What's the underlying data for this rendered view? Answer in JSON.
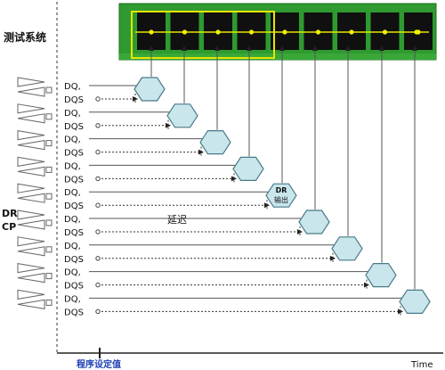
{
  "title": "测试系统",
  "drcp_label": {
    "line1": "DR",
    "line2": "CP"
  },
  "signal_labels": {
    "dq": "DQ,",
    "dqs": "DQS"
  },
  "delay_label": "延迟",
  "dr_output": {
    "line1": "DR",
    "line2": "输出"
  },
  "program_setting_label": "程序设定值",
  "time_label": "Time",
  "channel_count": 9,
  "dr_output_channel_index": 4,
  "colors": {
    "board": "#2f9a2f",
    "board_edge": "#1b6d1b",
    "chip": "#101010",
    "highlight_box": "#e6e600",
    "pin_dot": "#f2f200",
    "hexagon_fill": "#c8e6ec",
    "hexagon_stroke": "#4a7a88",
    "line": "#555555",
    "arrow": "#222222",
    "dashed_axis": "#333333",
    "blue_text": "#1f3fb5",
    "text": "#111111"
  }
}
